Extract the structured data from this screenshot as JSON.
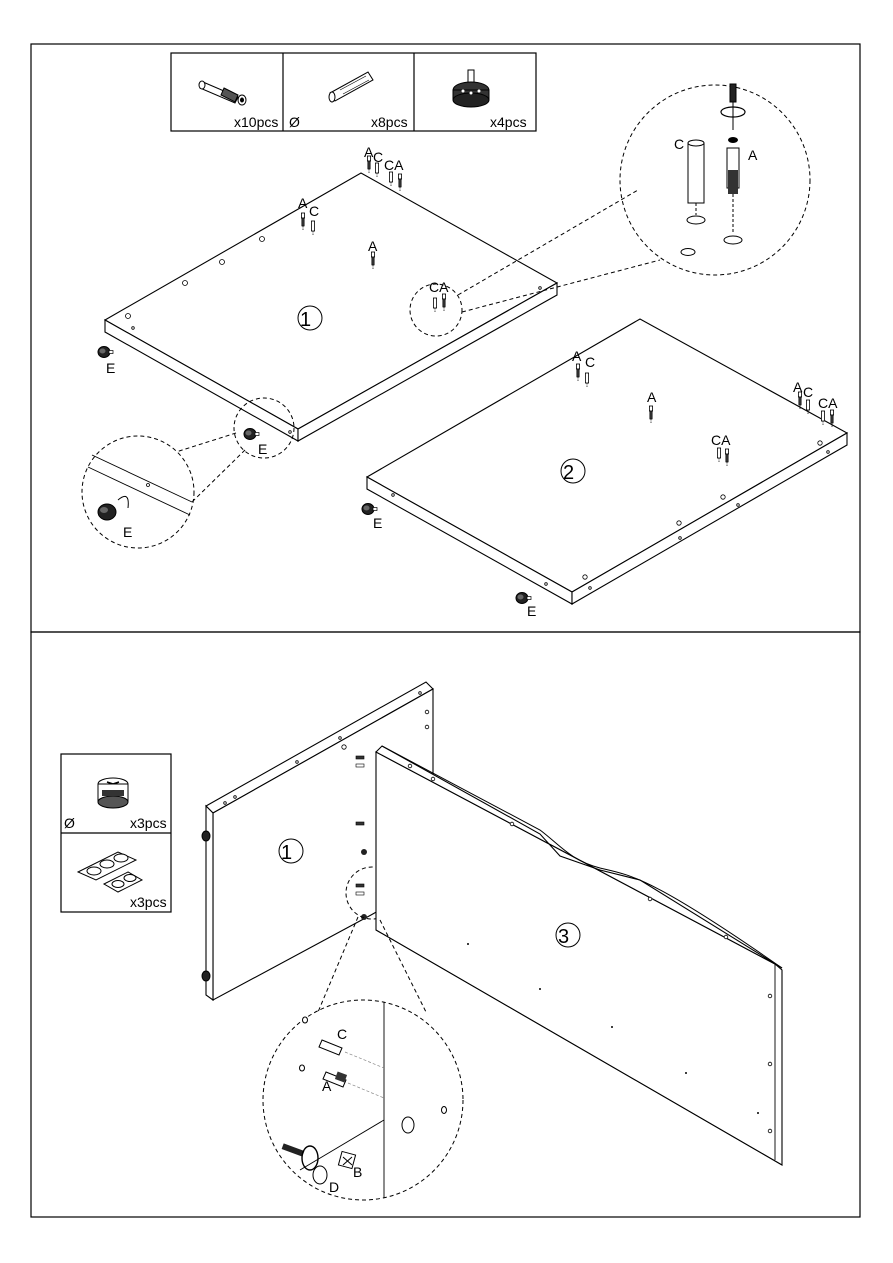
{
  "step1": {
    "parts_box": [
      {
        "name": "cam-bolt",
        "qty": "x10pcs",
        "symbol": ""
      },
      {
        "name": "wood-dowel",
        "qty": "x8pcs",
        "symbol": "Ø"
      },
      {
        "name": "adjustable-foot",
        "qty": "x4pcs",
        "symbol": ""
      }
    ],
    "panels": {
      "panel_1": "1",
      "panel_2": "2"
    },
    "letters": {
      "A": "A",
      "C": "C",
      "E": "E",
      "CA": "CA"
    }
  },
  "step2": {
    "parts_box": [
      {
        "name": "cam-lock",
        "qty": "x3pcs",
        "symbol": "Ø"
      },
      {
        "name": "cover-caps",
        "qty": "x3pcs",
        "symbol": ""
      }
    ],
    "panels": {
      "panel_1": "1",
      "panel_3": "3"
    },
    "letters": {
      "A": "A",
      "B": "B",
      "C": "C",
      "D": "D"
    }
  }
}
